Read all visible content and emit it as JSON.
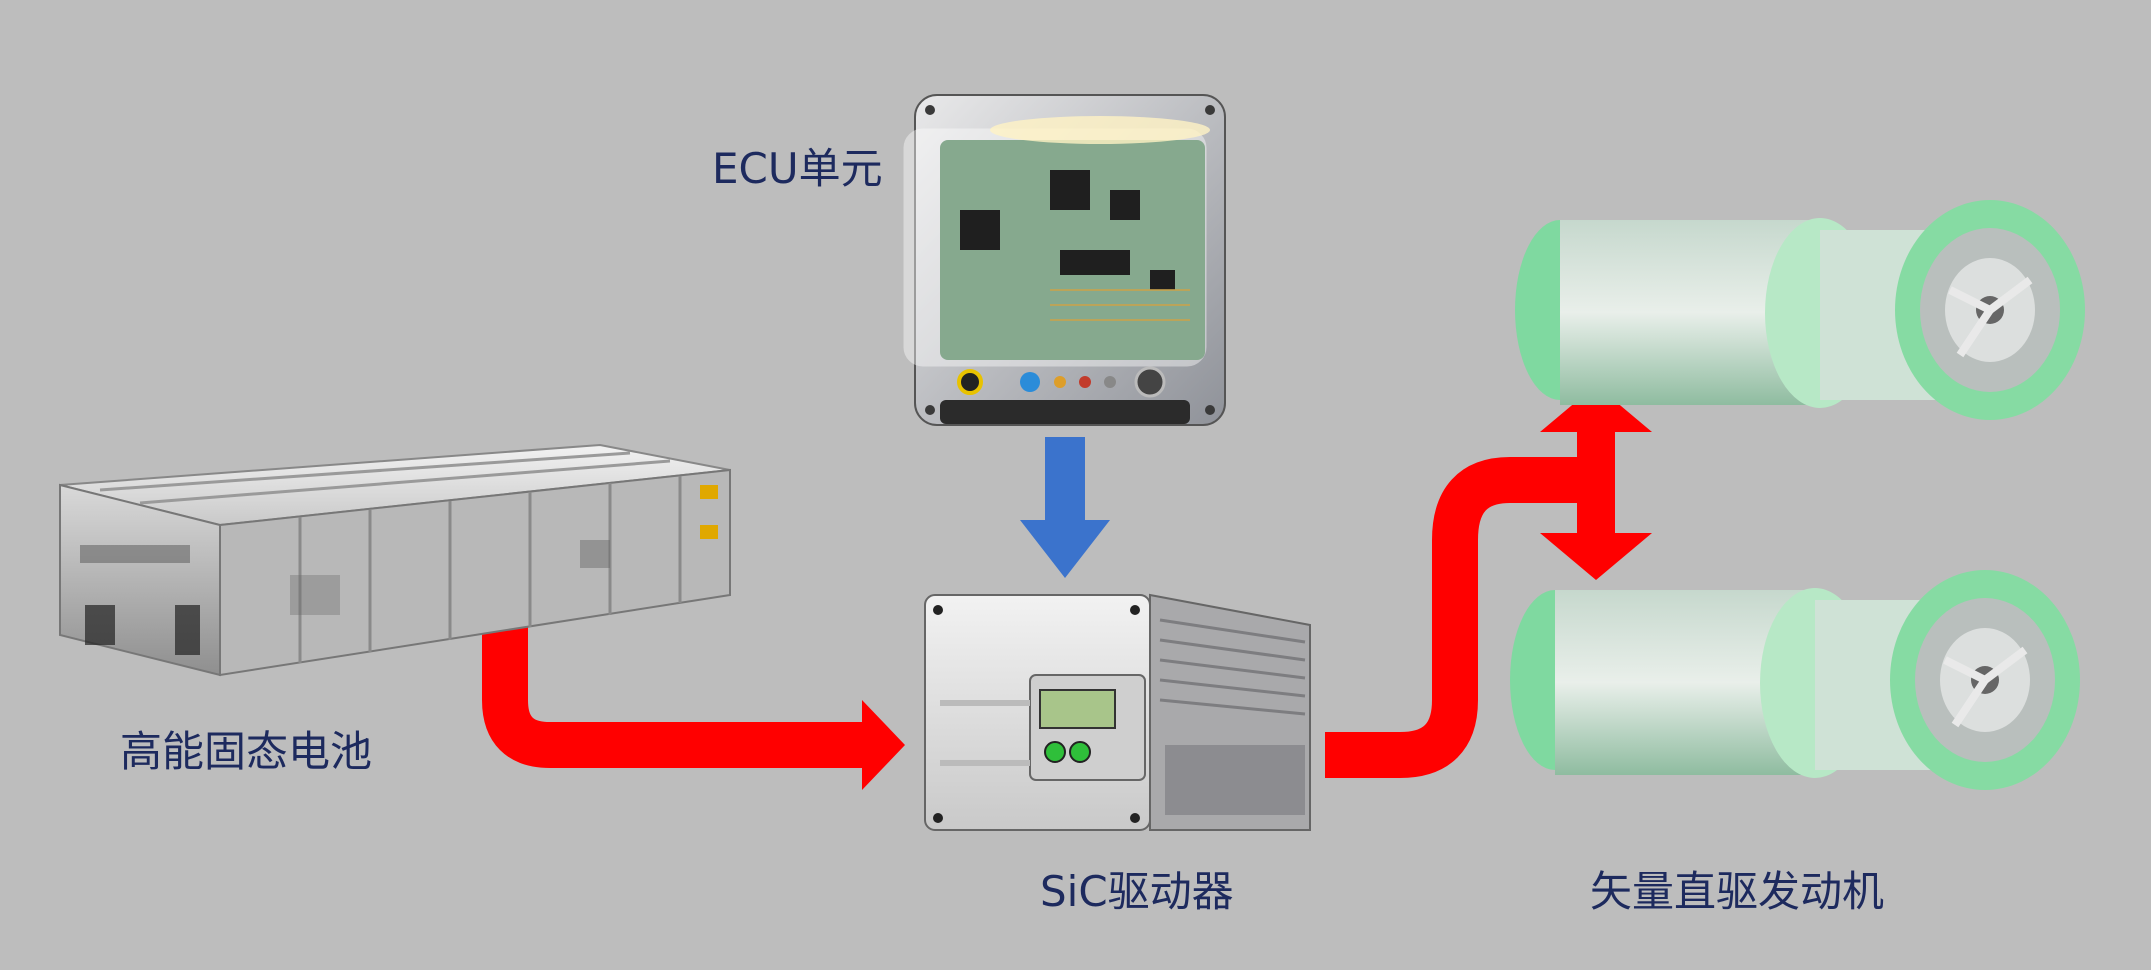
{
  "labels": {
    "ecu": "ECU单元",
    "battery": "高能固态电池",
    "driver": "SiC驱动器",
    "motor": "矢量直驱发动机"
  },
  "colors": {
    "background": "#bdbdbd",
    "power_flow": "#ff0000",
    "control_flow": "#3b73cc",
    "label_text": "#1d2a5e",
    "motor_green": "#7fd9a0"
  },
  "flows": [
    {
      "from": "battery",
      "to": "driver",
      "kind": "power"
    },
    {
      "from": "ecu",
      "to": "driver",
      "kind": "control"
    },
    {
      "from": "driver",
      "to": "motor",
      "kind": "power"
    }
  ]
}
